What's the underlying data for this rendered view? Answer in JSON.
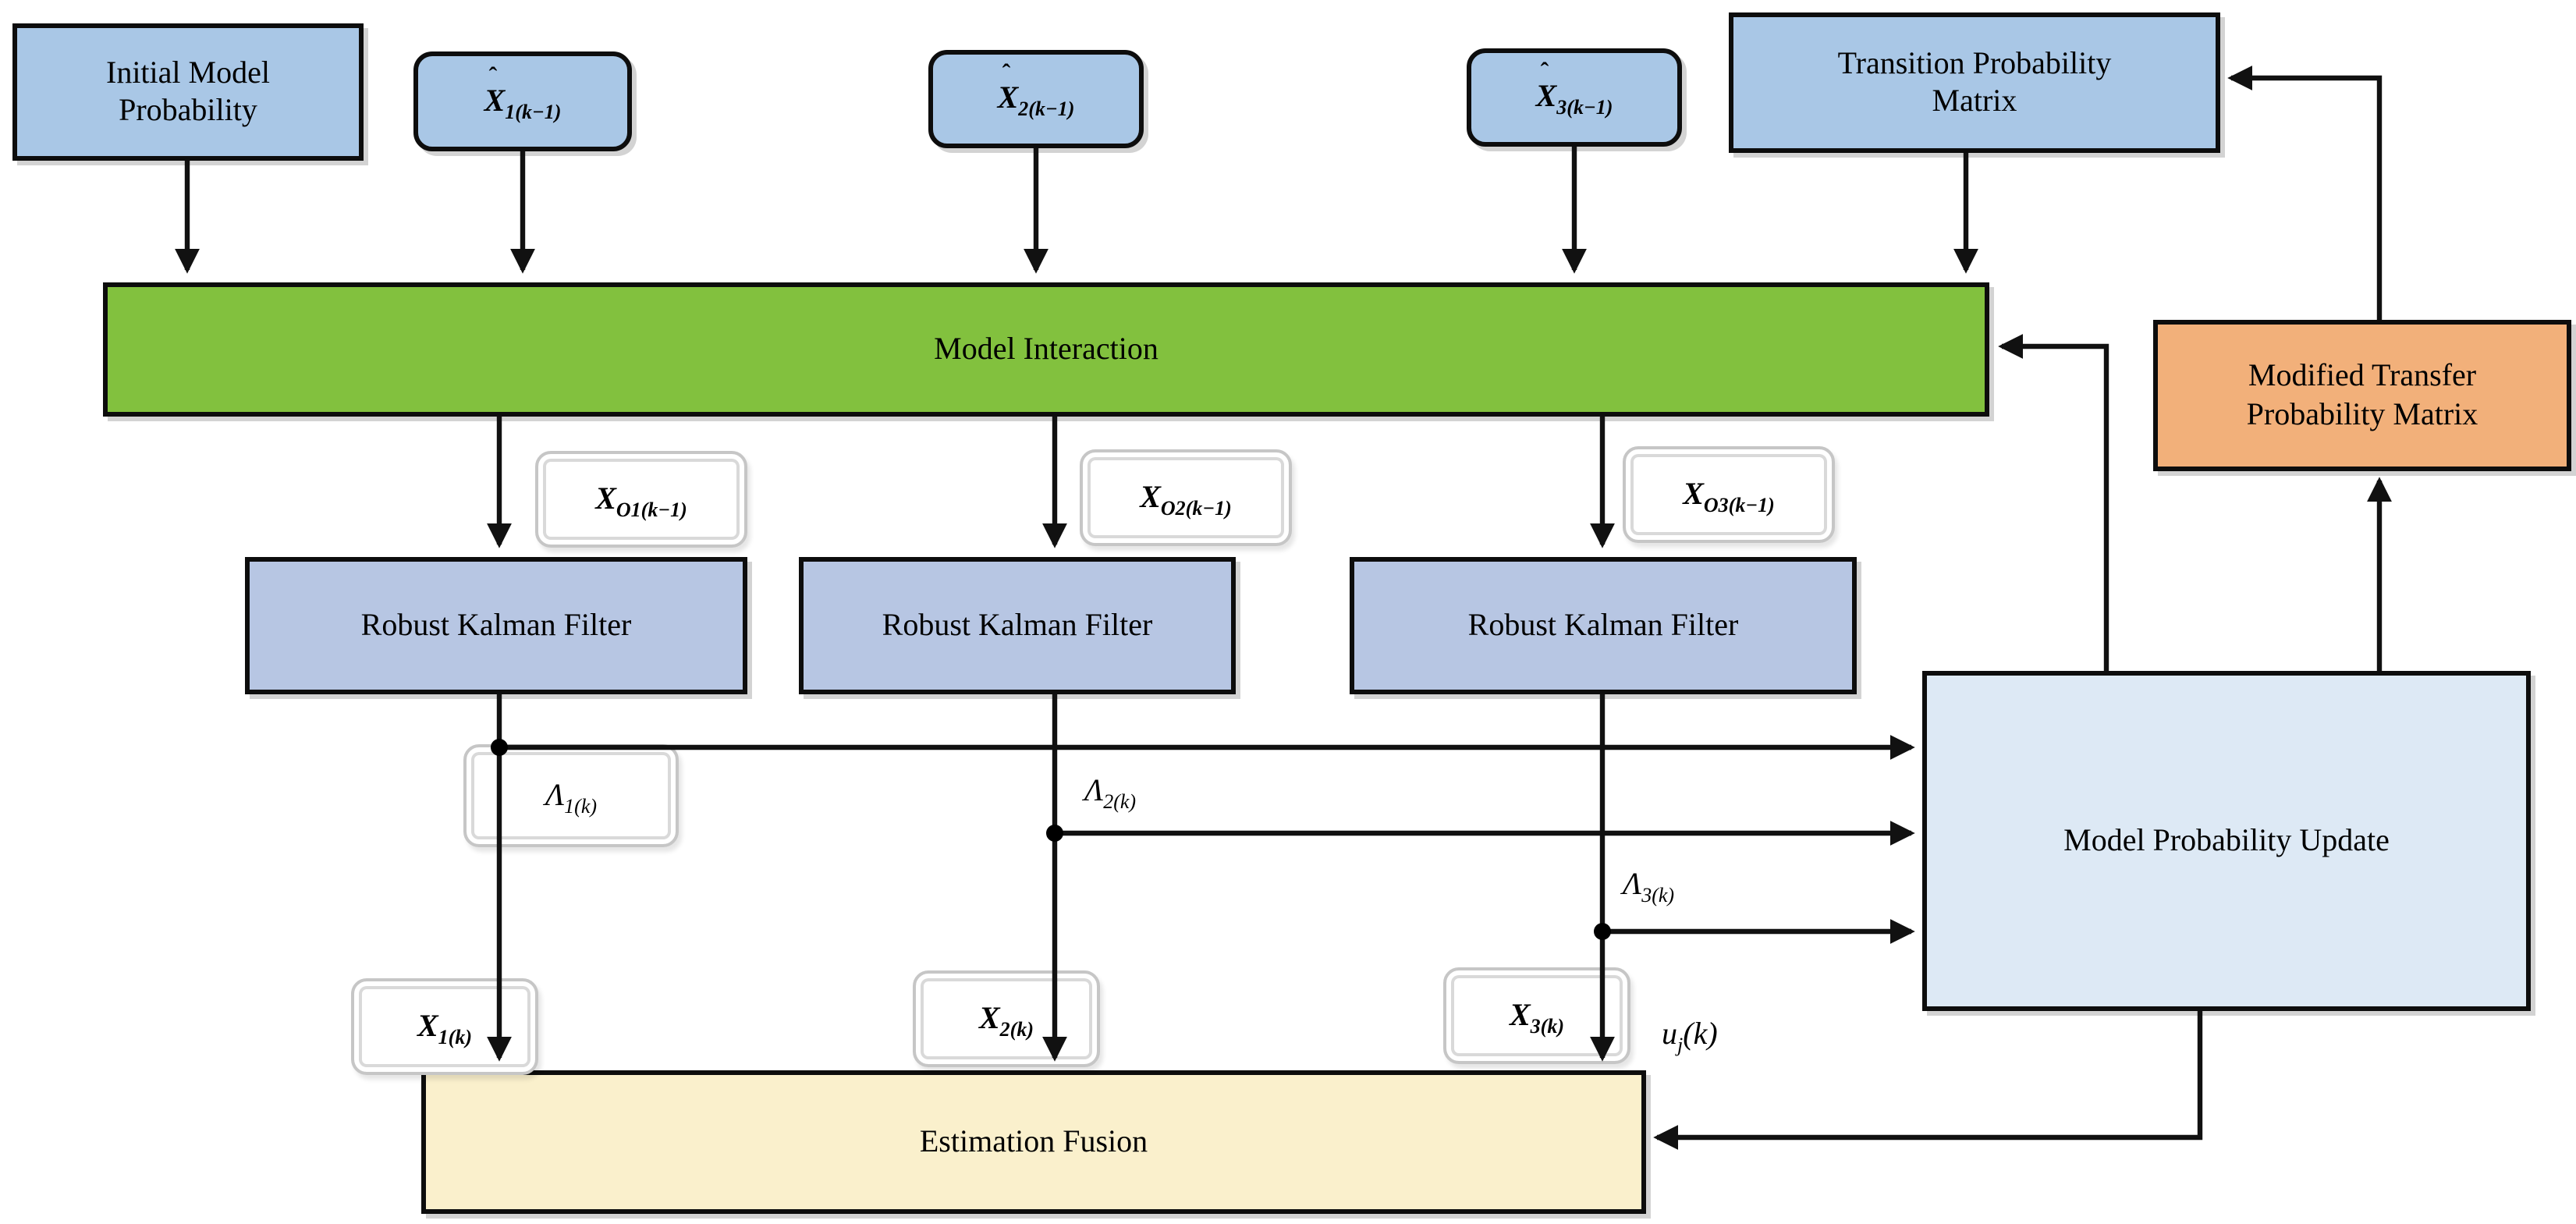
{
  "figure": {
    "title": "IMM robust Kalman filter block diagram"
  },
  "boxes": {
    "initial": {
      "line1": "Initial Model",
      "line2": "Probability"
    },
    "transition": {
      "line1": "Transition Probability",
      "line2": "Matrix"
    },
    "modified": {
      "line1": "Modified Transfer",
      "line2": "Probability Matrix"
    },
    "model_interaction": "Model Interaction",
    "rkf": [
      "Robust Kalman Filter",
      "Robust Kalman Filter",
      "Robust Kalman Filter"
    ],
    "mpu": "Model Probability Update",
    "estimation_fusion": "Estimation Fusion"
  },
  "math": {
    "xhat1": {
      "base": "X",
      "hat": "ˆ",
      "sub": "1(k−1)"
    },
    "xhat2": {
      "base": "X",
      "hat": "ˆ",
      "sub": "2(k−1)"
    },
    "xhat3": {
      "base": "X",
      "hat": "ˆ",
      "sub": "3(k−1)"
    },
    "xo1": {
      "base": "X",
      "sub": "O1(k−1)"
    },
    "xo2": {
      "base": "X",
      "sub": "O2(k−1)"
    },
    "xo3": {
      "base": "X",
      "sub": "O3(k−1)"
    },
    "lam1": {
      "base": "Λ",
      "sub": "1(k)"
    },
    "lam2": {
      "base": "Λ",
      "sub": "2(k)"
    },
    "lam3": {
      "base": "Λ",
      "sub": "3(k)"
    },
    "x1": {
      "base": "X",
      "sub": "1(k)"
    },
    "x2": {
      "base": "X",
      "sub": "2(k)"
    },
    "x3": {
      "base": "X",
      "sub": "3(k)"
    },
    "u": {
      "base": "u",
      "sub": "j",
      "suffix": "(k)"
    }
  },
  "colors": {
    "top_box_blue": "#a9c7e6",
    "kalman_blue": "#b7c6e3",
    "interaction_green": "#82c13e",
    "update_light_blue": "#dde9f5",
    "transfer_orange": "#f2b07a",
    "fusion_yellow": "#faf0cc",
    "line_black": "#111111"
  }
}
